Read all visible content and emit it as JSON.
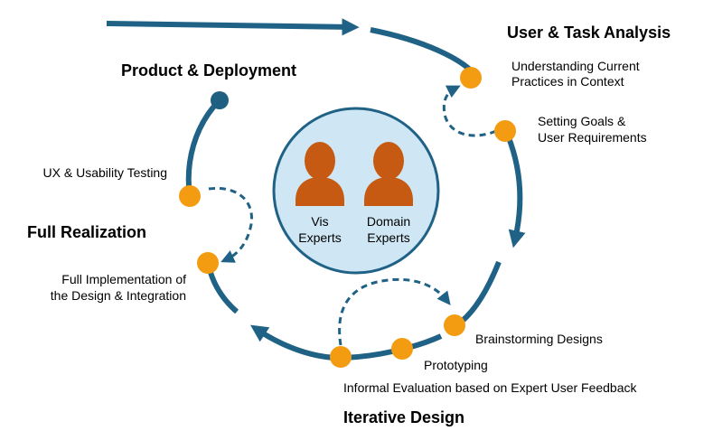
{
  "colors": {
    "cycle": "#1f6286",
    "node": "#f39c12",
    "node_end": "#1f5f82",
    "circle_fill": "#cfe6f4",
    "circle_stroke": "#1f6286",
    "person": "#c65a12"
  },
  "phases": {
    "user_task_analysis": "User & Task Analysis",
    "iterative_design": "Iterative Design",
    "full_realization": "Full Realization",
    "product_deployment": "Product & Deployment"
  },
  "steps": {
    "understanding_1": "Understanding Current",
    "understanding_2": "Practices in Context",
    "goals_1": "Setting Goals &",
    "goals_2": "User Requirements",
    "brainstorming": "Brainstorming Designs",
    "prototyping": "Prototyping",
    "informal_evaluation": "Informal Evaluation based on Expert User Feedback",
    "implementation_1": "Full Implementation of",
    "implementation_2": "the Design & Integration",
    "ux_testing": "UX & Usability Testing"
  },
  "center": {
    "vis_1": "Vis",
    "vis_2": "Experts",
    "domain_1": "Domain",
    "domain_2": "Experts"
  },
  "icons": {
    "vis_expert": "person-icon",
    "domain_expert": "person-icon"
  }
}
